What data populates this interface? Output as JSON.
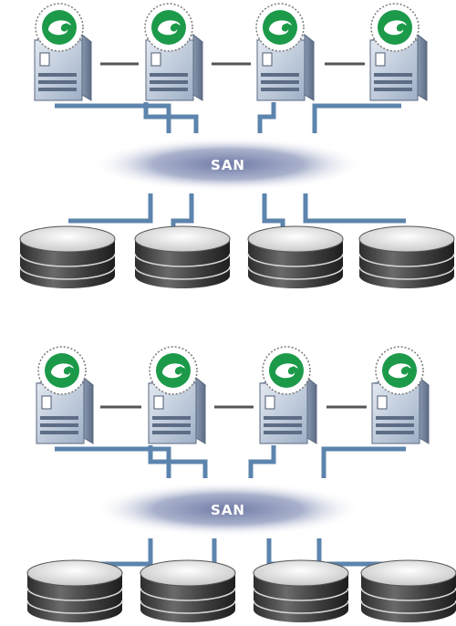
{
  "panels": [
    {
      "network_label": "SAN",
      "server_count": 4,
      "storage_count": 4
    },
    {
      "network_label": "SAN",
      "server_count": 4,
      "storage_count": 4
    }
  ],
  "icons": {
    "server": "server-tower-icon",
    "badge": "chameleon-logo-icon",
    "storage": "disk-storage-icon"
  },
  "colors": {
    "cable": "#5c84ad",
    "server_link": "#555555",
    "san_cloud": "#b4bcd6",
    "badge_green": "#1c9a4a",
    "server_body": "#c9d4e3",
    "disk_dark": "#3a3a3a"
  }
}
